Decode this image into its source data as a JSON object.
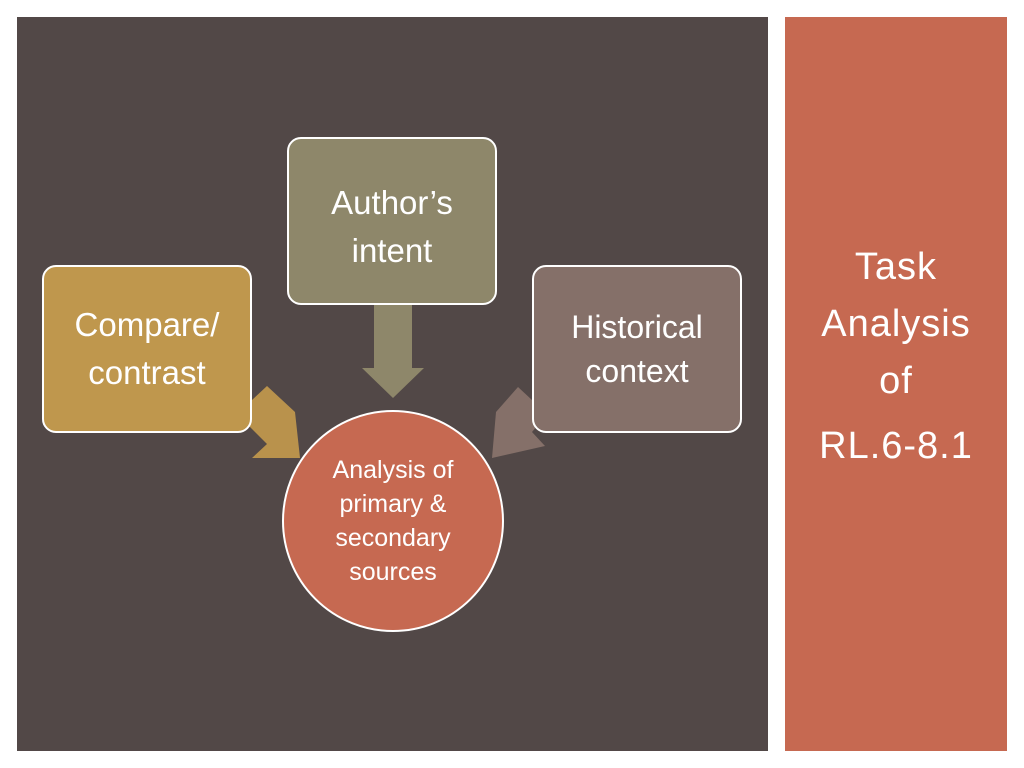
{
  "diagram": {
    "boxes": [
      {
        "lines": [
          "Compare/",
          "contrast"
        ],
        "color": "#bf974d"
      },
      {
        "lines": [
          "Author’s",
          "intent"
        ],
        "color": "#8e876a"
      },
      {
        "lines": [
          "Historical",
          "context"
        ],
        "color": "#857069"
      }
    ],
    "center": {
      "lines": [
        "Analysis of",
        "primary &",
        "secondary",
        "sources"
      ],
      "color": "#c66951"
    }
  },
  "sidebar": {
    "title_lines": [
      "Task",
      "Analysis",
      "of",
      "RL.6-8.1"
    ]
  },
  "colors": {
    "background": "#524847",
    "sidebar": "#c66951",
    "border": "#ffffff"
  }
}
